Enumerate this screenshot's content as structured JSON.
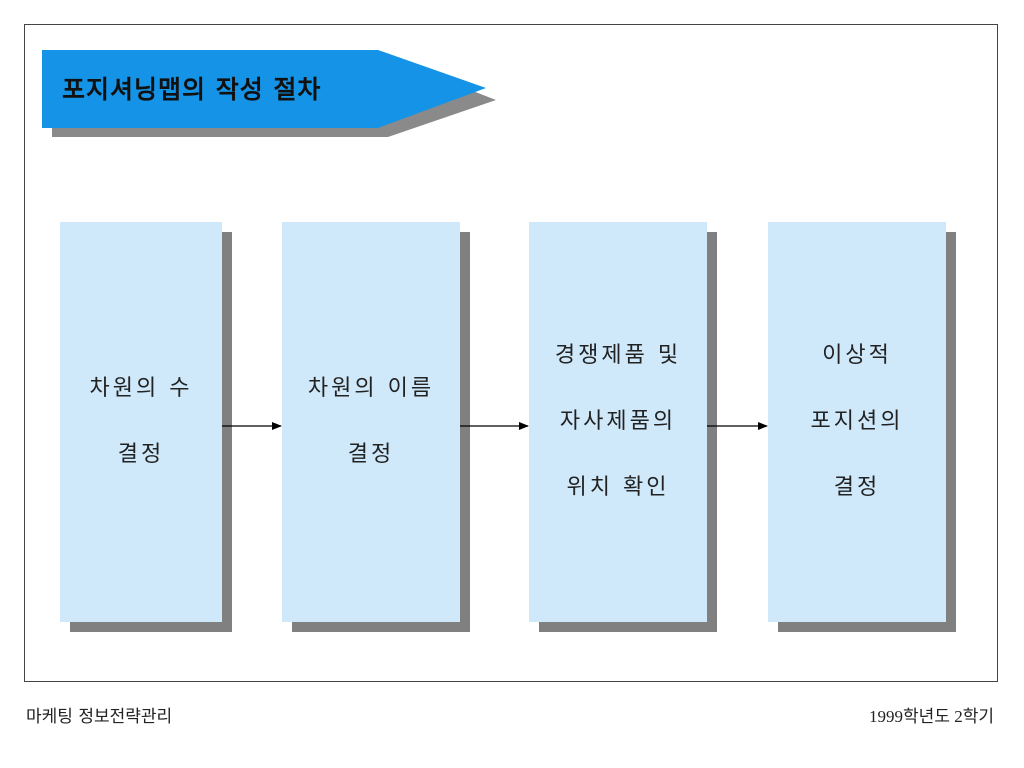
{
  "title": "포지셔닝맵의 작성 절차",
  "colors": {
    "banner": "#1593e6",
    "banner_shadow": "#8a8a8a",
    "box_fill": "#cfe9fb",
    "box_shadow": "#808080"
  },
  "steps": [
    {
      "lines": [
        "차원의 수",
        "결정"
      ]
    },
    {
      "lines": [
        "차원의 이름",
        "결정"
      ]
    },
    {
      "lines": [
        "경쟁제품 및",
        "자사제품의",
        "위치 확인"
      ]
    },
    {
      "lines": [
        "이상적",
        "포지션의",
        "결정"
      ]
    }
  ],
  "footer": {
    "left": "마케팅 정보전략관리",
    "right": "1999학년도 2학기"
  }
}
